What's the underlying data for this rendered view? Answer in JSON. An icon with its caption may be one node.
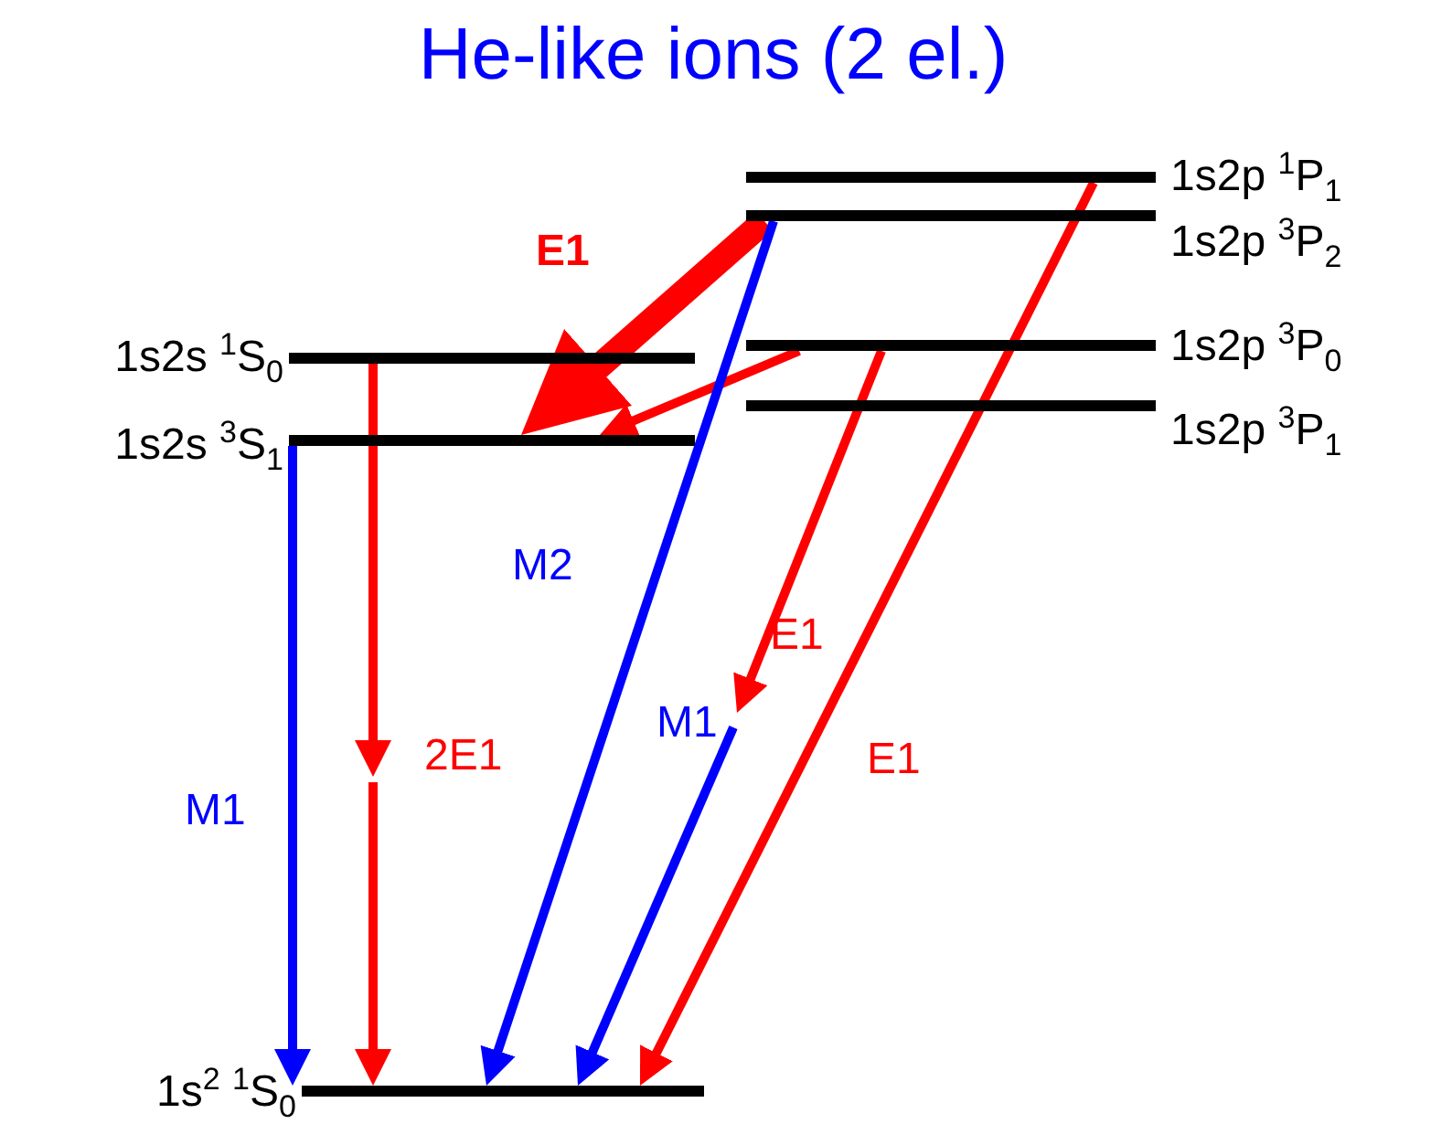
{
  "diagram": {
    "title": "He-like ions (2 el.)",
    "nodes": [
      {
        "text": [
          "1s2p $^{1}$P$_{1}$"
        ]
      },
      {
        "text": [
          "1s2p $^{3}$P$_{2}$"
        ]
      },
      {
        "text": [
          "1s2p $^{3}$P$_{0}$"
        ]
      },
      {
        "text": [
          "1s2p $^{3}$P$_{1}$"
        ]
      },
      {
        "text": [
          "1s2s $^{1}$S$_{0}$"
        ]
      },
      {
        "text": [
          "1s2s $^{3}$S$_{1}$"
        ]
      },
      {
        "text": [
          "1s$^{2}$ $^{1}$S$_{0}$"
        ]
      }
    ],
    "edges": [
      {
        "from": 1,
        "to": 5,
        "arrow": "to",
        "style": "thick",
        "label": "E1"
      },
      {
        "from": 2,
        "to": 5,
        "arrow": "to"
      },
      {
        "from": 4,
        "to": null,
        "arrow": "to",
        "label": "2E1"
      },
      {
        "from": null,
        "to": 6,
        "arrow": "to"
      },
      {
        "from": 5,
        "to": 6,
        "arrow": "to",
        "color": "#0000ff",
        "label": "M1"
      },
      {
        "from": 1,
        "to": 6,
        "arrow": "to",
        "color": "#0000ff",
        "label": "M2"
      },
      {
        "from": 2,
        "to": null,
        "arrow": "to",
        "label": "E1"
      },
      {
        "from": null,
        "to": 6,
        "arrow": "to",
        "color": "#0000ff",
        "label": "M1"
      },
      {
        "from": 0,
        "to": 6,
        "arrow": "to",
        "label": "E1"
      }
    ]
  }
}
